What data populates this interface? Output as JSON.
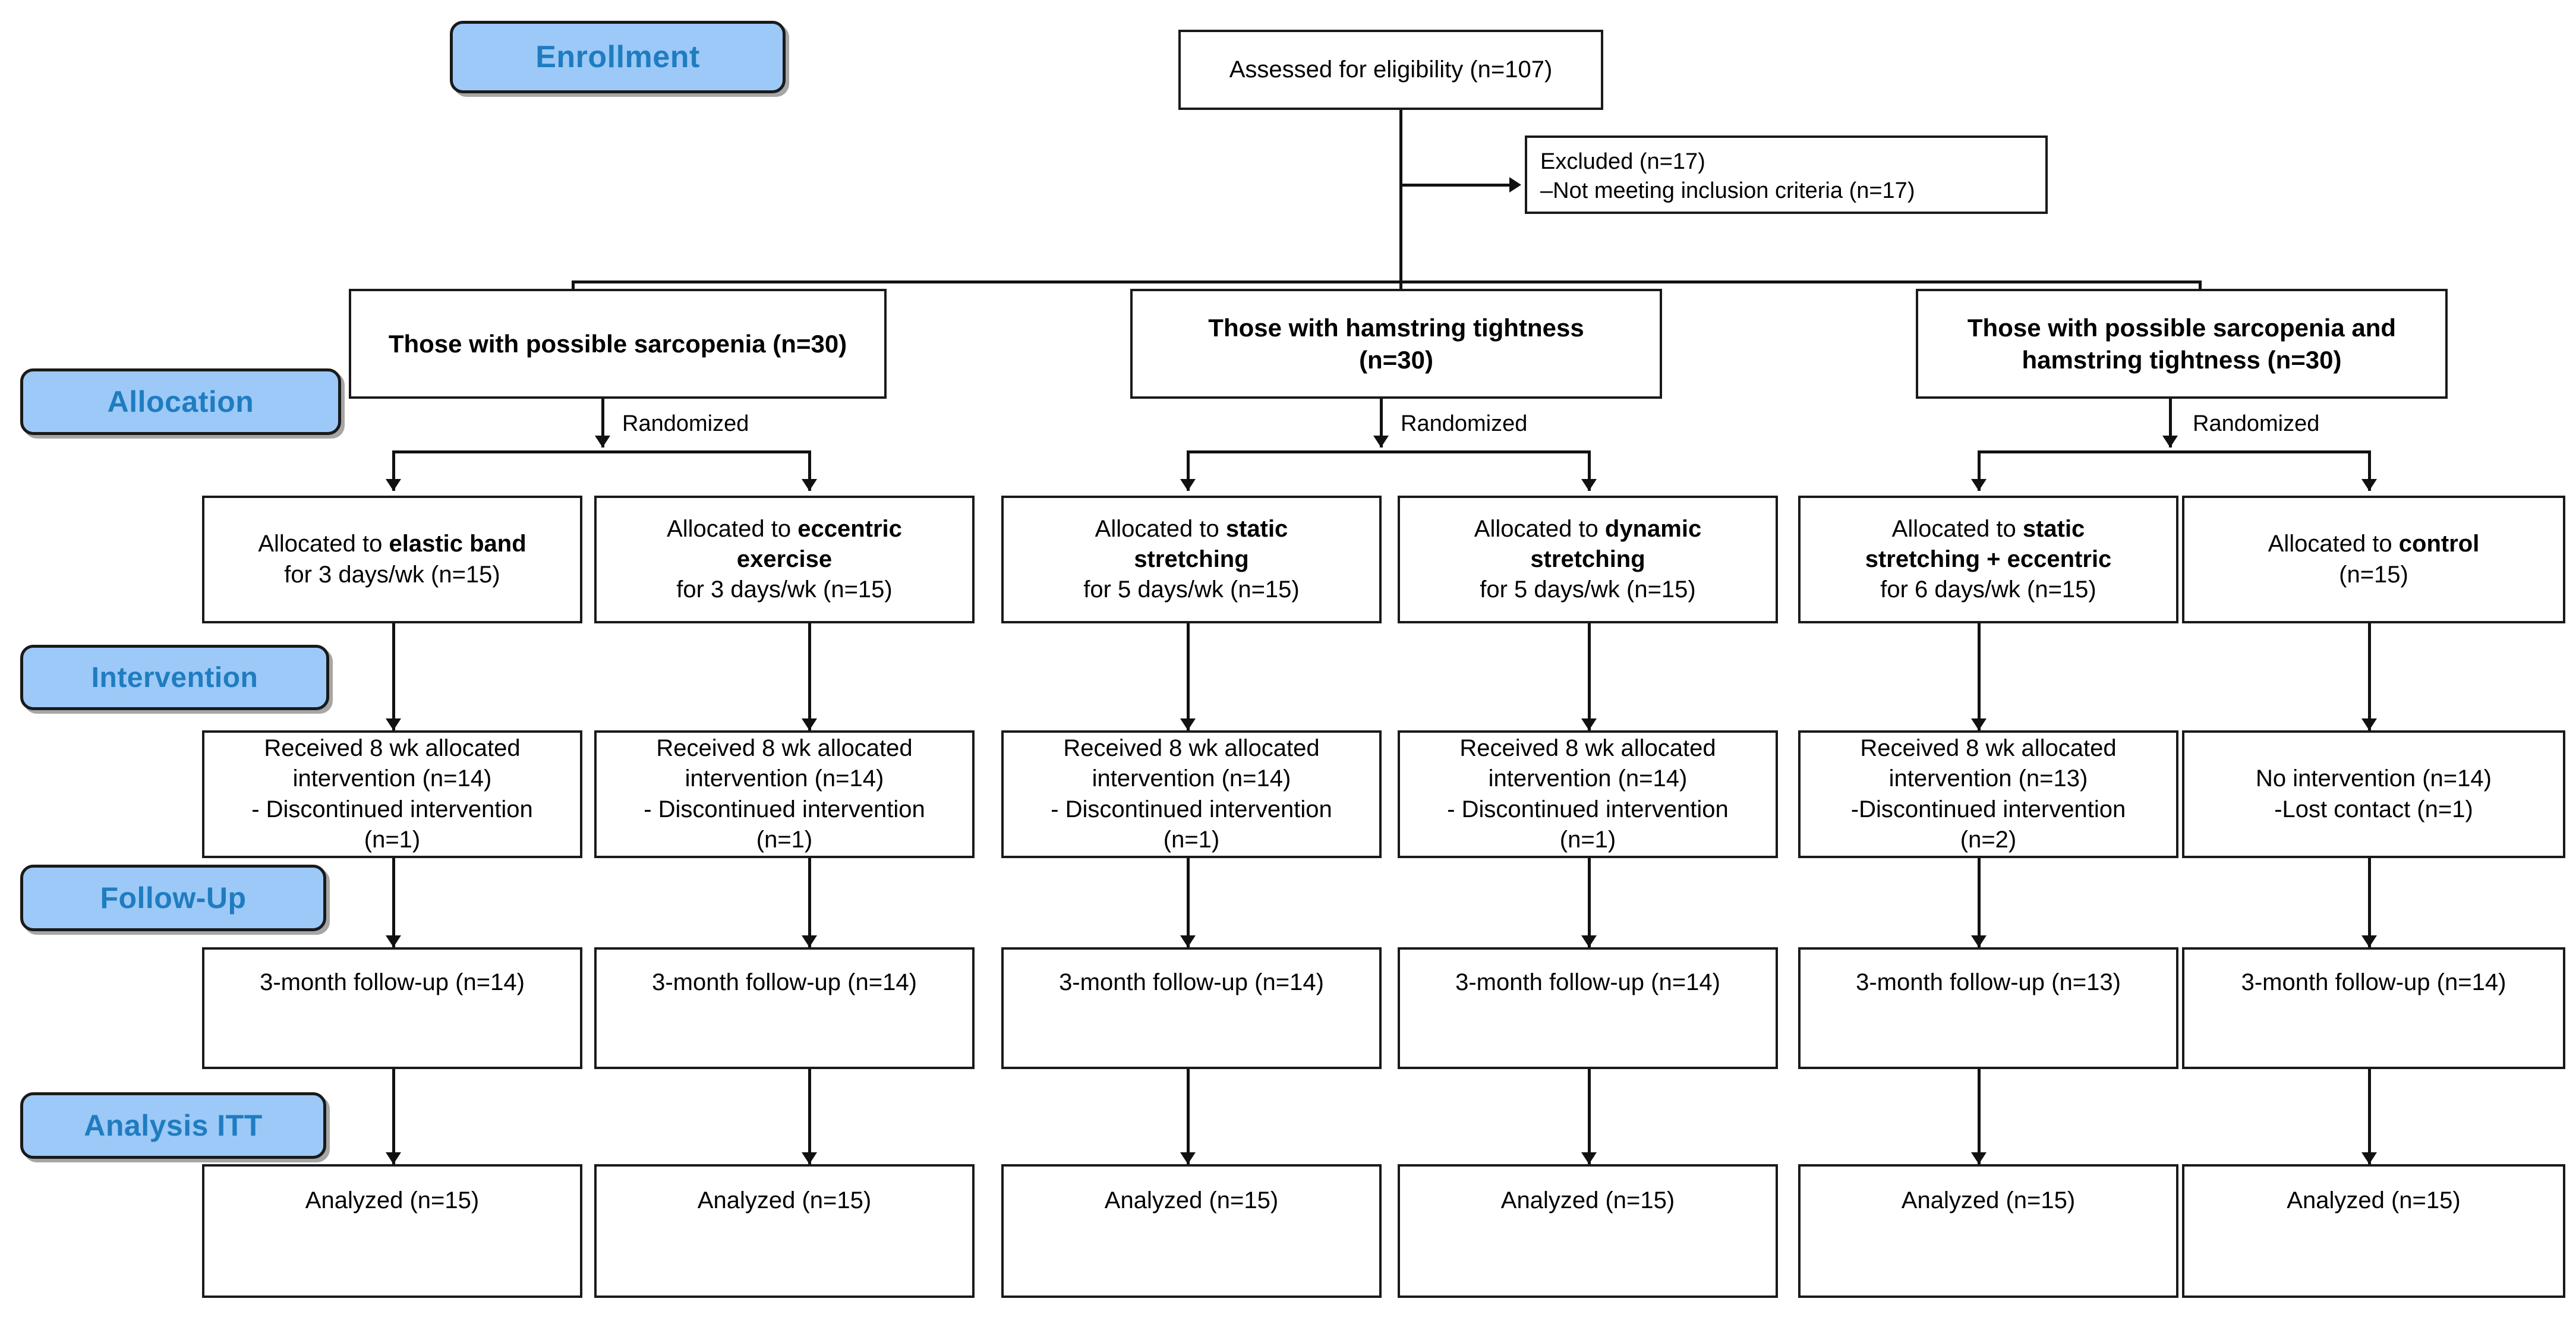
{
  "diagram": {
    "title": "CONSORT participant flow diagram",
    "accent_blue_fill": "#9CC9F7",
    "accent_blue_text": "#1F7CC0",
    "line_color": "#111111"
  },
  "stages": [
    {
      "id": "enrollment",
      "label": "Enrollment"
    },
    {
      "id": "allocation",
      "label": "Allocation"
    },
    {
      "id": "intervention",
      "label": "Intervention"
    },
    {
      "id": "followup",
      "label": "Follow-Up"
    },
    {
      "id": "analysis",
      "label": "Analysis ITT"
    }
  ],
  "enrollment": {
    "assessed": "Assessed for eligibility (n=107)",
    "excluded_line1": "Excluded  (n=17)",
    "excluded_line2": "–Not meeting inclusion criteria (n=17)"
  },
  "edge_labels": {
    "randomized": "Randomized"
  },
  "groups": [
    {
      "id": "sarcopenia",
      "title_line1": "Those with possible sarcopenia (n=30)",
      "title_line2": ""
    },
    {
      "id": "hamstring",
      "title_line1": "Those with hamstring tightness",
      "title_line2": "(n=30)"
    },
    {
      "id": "both",
      "title_line1": "Those with possible sarcopenia and",
      "title_line2": "hamstring tightness  (n=30)"
    }
  ],
  "arms": [
    {
      "id": "elastic-band",
      "allocated_prefix": "Allocated to ",
      "allocated_bold": "elastic band",
      "allocated_bold2": "",
      "allocated_suffix": "for 3 days/wk (n=15)",
      "received_line1": "Received 8 wk allocated",
      "received_line2": "intervention (n=14)",
      "received_line3": "- Discontinued intervention",
      "received_line4": "(n=1)",
      "followup": "3-month follow-up (n=14)",
      "analyzed": "Analyzed (n=15)"
    },
    {
      "id": "eccentric-exercise",
      "allocated_prefix": "Allocated to ",
      "allocated_bold": "eccentric",
      "allocated_bold2": "exercise",
      "allocated_suffix": "for 3 days/wk (n=15)",
      "received_line1": "Received 8 wk allocated",
      "received_line2": "intervention (n=14)",
      "received_line3": "- Discontinued intervention",
      "received_line4": "(n=1)",
      "followup": "3-month follow-up (n=14)",
      "analyzed": "Analyzed (n=15)"
    },
    {
      "id": "static-stretching",
      "allocated_prefix": "Allocated to ",
      "allocated_bold": "static",
      "allocated_bold2": "stretching",
      "allocated_suffix": "for 5 days/wk (n=15)",
      "received_line1": "Received 8 wk allocated",
      "received_line2": "intervention (n=14)",
      "received_line3": "- Discontinued intervention",
      "received_line4": "(n=1)",
      "followup": "3-month follow-up (n=14)",
      "analyzed": "Analyzed (n=15)"
    },
    {
      "id": "dynamic-stretching",
      "allocated_prefix": "Allocated to ",
      "allocated_bold": "dynamic",
      "allocated_bold2": "stretching",
      "allocated_suffix": "for 5 days/wk (n=15)",
      "received_line1": "Received 8 wk allocated",
      "received_line2": "intervention (n=14)",
      "received_line3": "- Discontinued intervention",
      "received_line4": "(n=1)",
      "followup": "3-month follow-up (n=14)",
      "analyzed": "Analyzed (n=15)"
    },
    {
      "id": "static-plus-eccentric",
      "allocated_prefix": "Allocated to ",
      "allocated_bold": "static",
      "allocated_bold2": "stretching + eccentric",
      "allocated_suffix": "for 6 days/wk (n=15)",
      "received_line1": "Received 8 wk allocated",
      "received_line2": "intervention (n=13)",
      "received_line3": "-Discontinued intervention",
      "received_line4": "(n=2)",
      "followup": "3-month follow-up (n=13)",
      "analyzed": "Analyzed (n=15)"
    },
    {
      "id": "control",
      "allocated_prefix": "Allocated to ",
      "allocated_bold": "control",
      "allocated_bold2": "",
      "allocated_suffix": "(n=15)",
      "received_line1": "No intervention (n=14)",
      "received_line2": "-Lost contact (n=1)",
      "received_line3": "",
      "received_line4": "",
      "followup": "3-month follow-up (n=14)",
      "analyzed": "Analyzed (n=15)"
    }
  ]
}
